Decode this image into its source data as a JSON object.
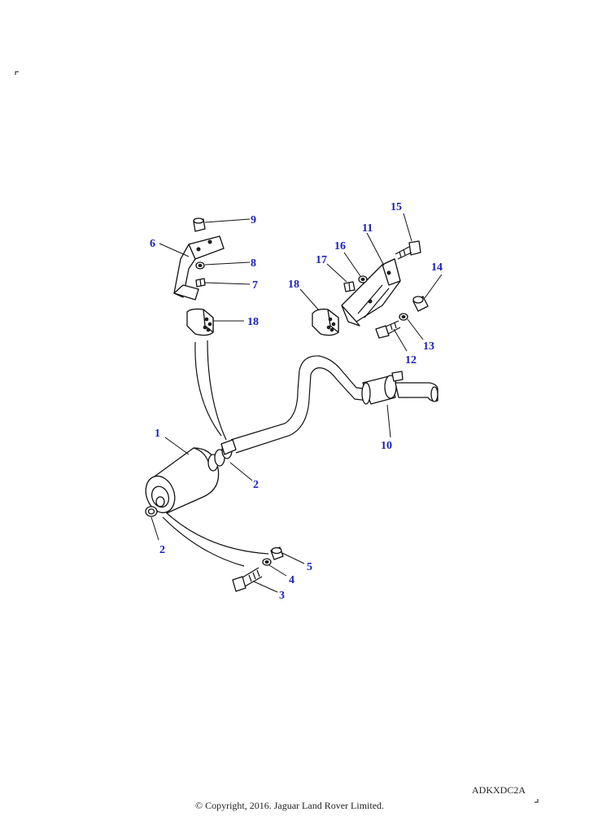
{
  "callouts": {
    "c1": "1",
    "c2a": "2",
    "c2b": "2",
    "c3": "3",
    "c4": "4",
    "c5": "5",
    "c6": "6",
    "c7": "7",
    "c8": "8",
    "c9": "9",
    "c10": "10",
    "c11": "11",
    "c12": "12",
    "c13": "13",
    "c14": "14",
    "c15": "15",
    "c16": "16",
    "c17": "17",
    "c18a": "18",
    "c18b": "18"
  },
  "reference_code": "ADKXDC2A",
  "copyright": "© Copyright, 2016. Jaguar Land Rover Limited."
}
